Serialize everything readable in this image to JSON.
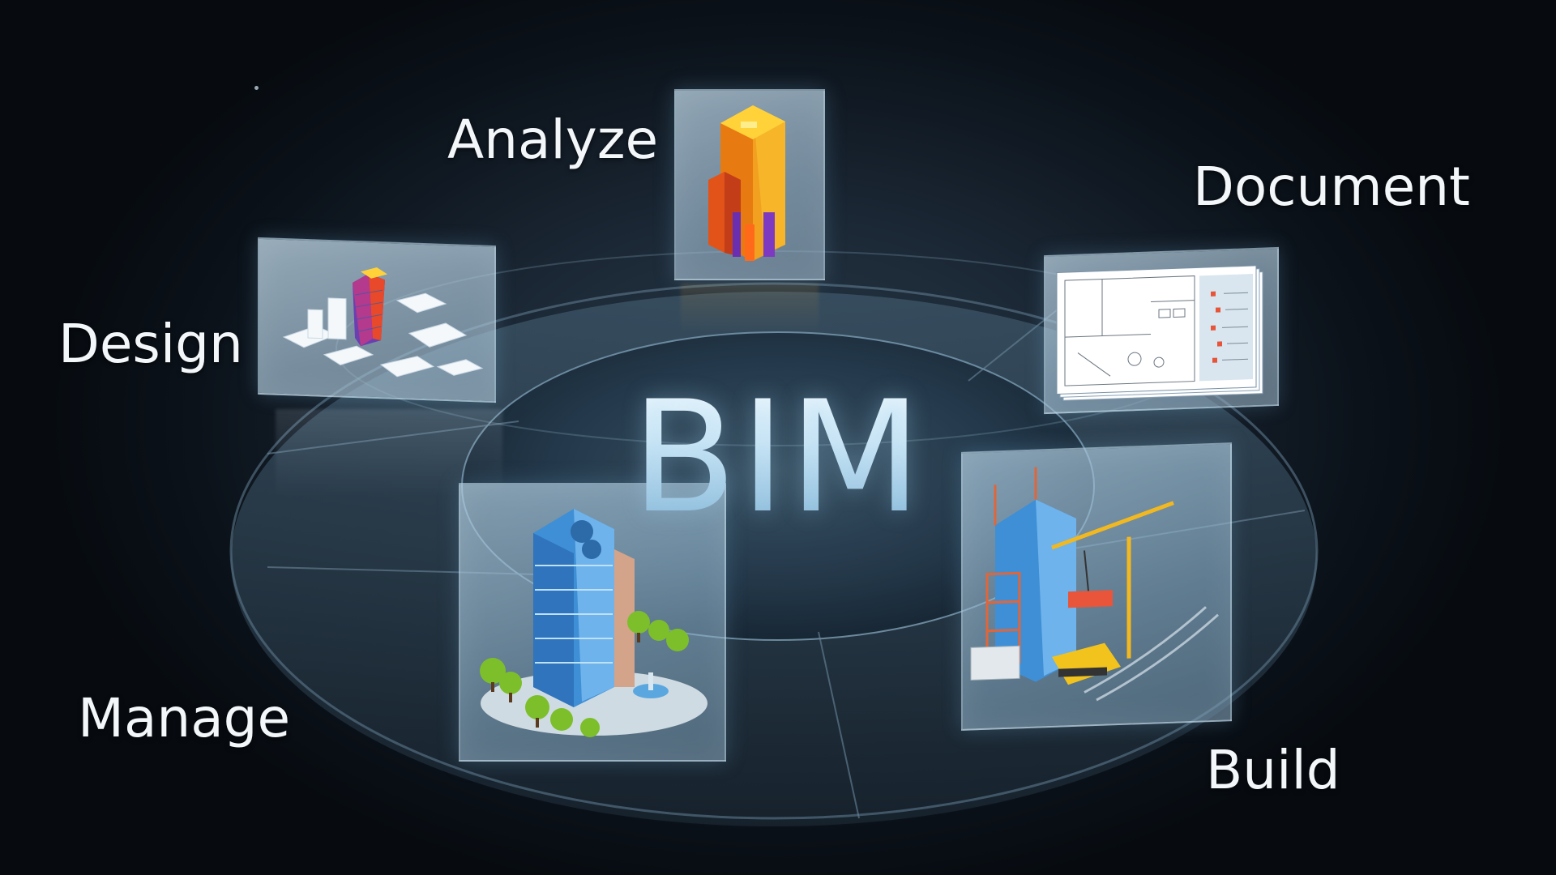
{
  "diagram": {
    "center_label": "BIM",
    "stages": [
      {
        "key": "analyze",
        "label": "Analyze"
      },
      {
        "key": "document",
        "label": "Document"
      },
      {
        "key": "design",
        "label": "Design"
      },
      {
        "key": "manage",
        "label": "Manage"
      },
      {
        "key": "build",
        "label": "Build"
      }
    ]
  },
  "colors": {
    "background": "#0b121a",
    "ring": "#2c4153",
    "label_text": "#f4f7fa",
    "accent_orange": "#f2a020",
    "accent_yellow": "#ffd23a",
    "building_blue": "#3f8fd6",
    "tree_green": "#7cbf2a"
  }
}
